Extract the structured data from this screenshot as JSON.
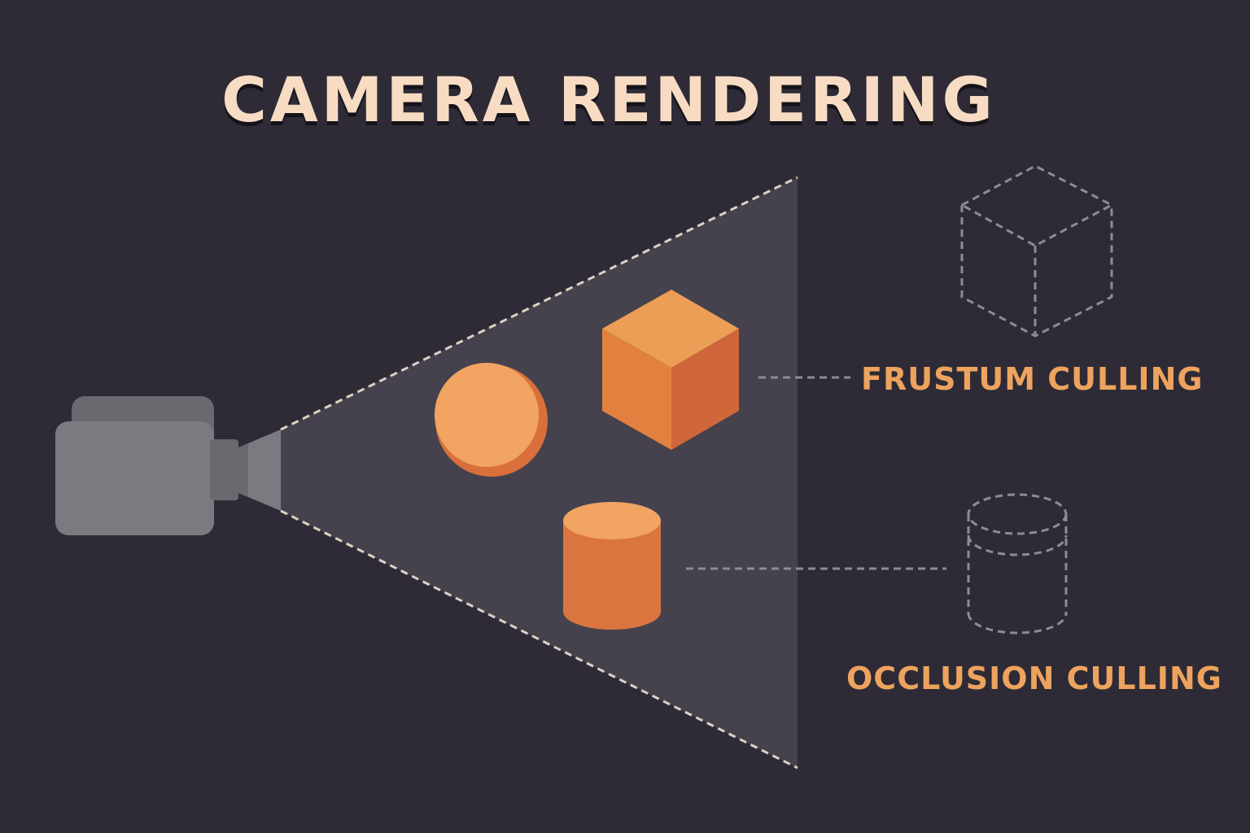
{
  "title": "CAMERA RENDERING",
  "labels": {
    "frustum": "FRUSTUM CULLING",
    "occlusion": "OCCLUSION CULLING"
  },
  "icons": [
    "camera-icon",
    "sphere-icon",
    "cube-icon",
    "cylinder-icon",
    "culled-cube-outline-icon",
    "culled-cylinder-outline-icon"
  ],
  "colors": {
    "background": "#2e2b36",
    "frustum_fill": "#45424d",
    "title": "#f7dcc3",
    "label": "#eda35e",
    "object_light": "#f2a462",
    "object_dark": "#d9703c",
    "outline": "#8e8b95",
    "camera": "#7b7a80"
  }
}
